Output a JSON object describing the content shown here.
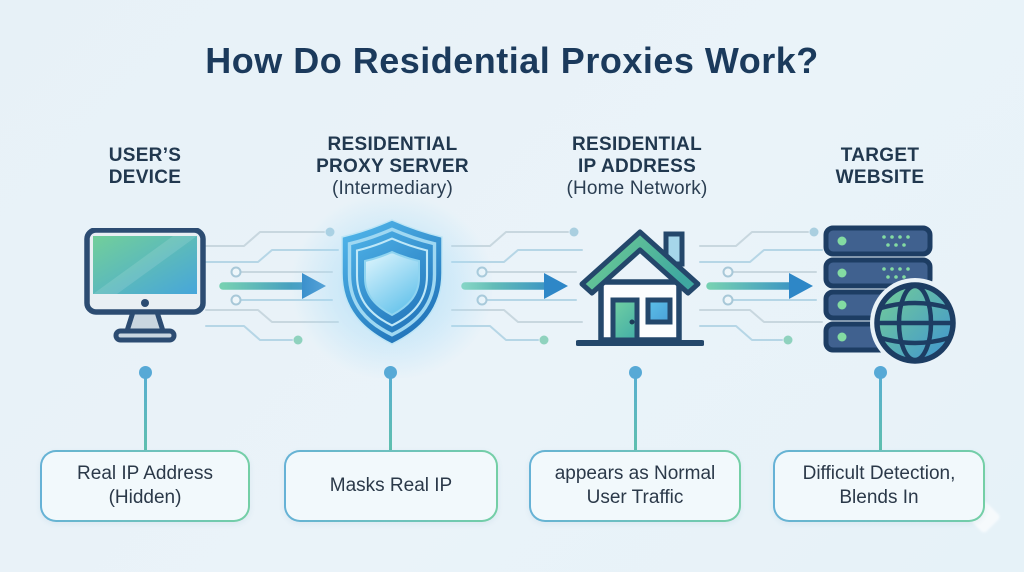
{
  "title": "How Do Residential Proxies Work?",
  "colors": {
    "background": "#e9f2f8",
    "title_text": "#1b3a5c",
    "heading_text": "#21384f",
    "box_text": "#2b3949",
    "arrow_gradient_start": "#76d0b2",
    "arrow_gradient_end": "#2e87c7",
    "box_border_start": "#66b2d6",
    "box_border_end": "#74cfa6",
    "connector_color": "#58aed2",
    "connector_dot": "#57a9d6"
  },
  "columns": [
    {
      "heading_line1": "USER’S",
      "heading_line2": "DEVICE",
      "subheading": "",
      "icon": "desktop-computer-icon",
      "box_line1": "Real IP Address",
      "box_line2": "(Hidden)"
    },
    {
      "heading_line1": "RESIDENTIAL",
      "heading_line2": "PROXY SERVER",
      "subheading": "(Intermediary)",
      "icon": "shield-icon",
      "box_line1": "Masks Real IP",
      "box_line2": ""
    },
    {
      "heading_line1": "RESIDENTIAL",
      "heading_line2": "IP ADDRESS",
      "subheading": "(Home Network)",
      "icon": "house-icon",
      "box_line1": "appears as Normal",
      "box_line2": "User Traffic"
    },
    {
      "heading_line1": "TARGET",
      "heading_line2": "WEBSITE",
      "subheading": "",
      "icon": "server-globe-icon",
      "box_line1": "Difficult Detection,",
      "box_line2": "Blends In"
    }
  ]
}
